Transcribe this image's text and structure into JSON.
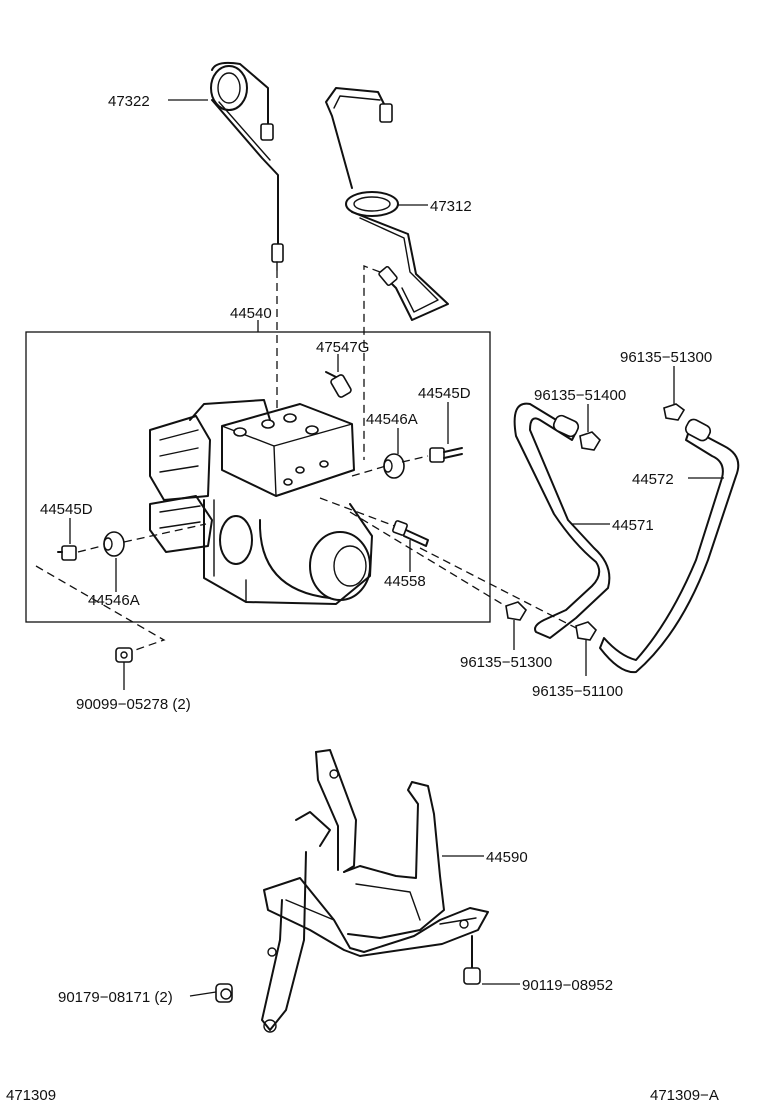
{
  "diagram": {
    "page_left_code": "471309",
    "page_right_code": "471309−A",
    "labels": {
      "tube_47322": "47322",
      "tube_47312": "47312",
      "actuator_44540": "44540",
      "valve_47547g": "47547G",
      "bolt_44545d_right": "44545D",
      "cushion_44546a_right": "44546A",
      "bolt_44545d_left": "44545D",
      "cushion_44546a_left": "44546A",
      "stud_44558": "44558",
      "nut_90099": "90099−05278 (2)",
      "clip_96135_51300_top": "96135−51300",
      "clip_96135_51400": "96135−51400",
      "hose_44572": "44572",
      "hose_44571": "44571",
      "clip_96135_51300_bottom": "96135−51300",
      "clip_96135_51100": "96135−51100",
      "bracket_44590": "44590",
      "bolt_90179": "90179−08171 (2)",
      "bolt_90119": "90119−08952"
    }
  }
}
